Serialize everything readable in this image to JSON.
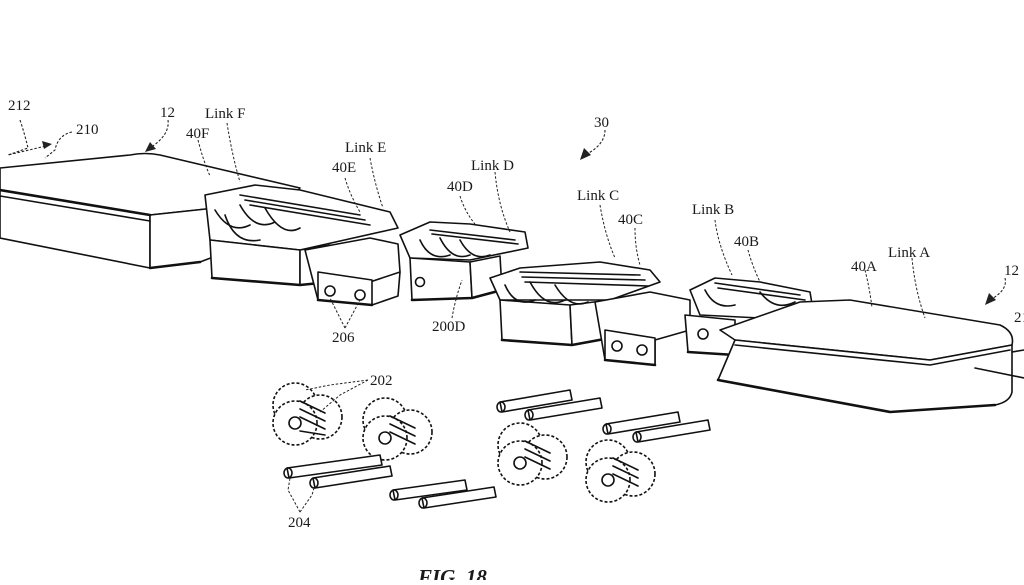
{
  "figure": {
    "title": "FIG. 18",
    "type": "patent-drawing-exploded-view"
  },
  "labels": {
    "assembly": "30",
    "band_left": "12",
    "band_right": "12",
    "ref_212": "212",
    "ref_210": "210",
    "ref_right_partial": "21",
    "link_a": "Link A",
    "link_b": "Link B",
    "link_c": "Link C",
    "link_d": "Link D",
    "link_e": "Link E",
    "link_f": "Link F",
    "part_40a": "40A",
    "part_40b": "40B",
    "part_40c": "40C",
    "part_40d": "40D",
    "part_40e": "40E",
    "part_40f": "40F",
    "gears": "202",
    "pins": "204",
    "holes": "206",
    "part_200d": "200D"
  },
  "components": {
    "links": [
      "Link A",
      "Link B",
      "Link C",
      "Link D",
      "Link E",
      "Link F"
    ],
    "gear_pairs": 4,
    "pin_pairs": 4
  }
}
